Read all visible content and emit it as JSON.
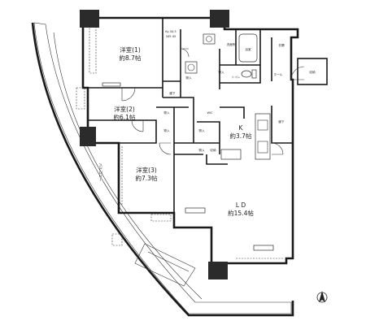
{
  "rooms": {
    "western1": {
      "name": "洋室(1)",
      "area": "約8.7帖"
    },
    "western2": {
      "name": "洋室(2)",
      "area": "約6.1帖"
    },
    "western3": {
      "name": "洋室(3)",
      "area": "約7.3帖"
    },
    "kitchen": {
      "name": "K",
      "area": "約3.7帖"
    },
    "ld": {
      "name": "L D",
      "area": "約15.4帖"
    }
  },
  "labels": {
    "balcony": "バルコニー",
    "hallway_upper": "廊下",
    "hallway_right": "廊下",
    "entrance": "玄関",
    "entrance_hall": "ホール",
    "washroom": "洗面所",
    "bath": "浴室",
    "toilet": "トイレ",
    "storage": "収納",
    "wic": "WIC",
    "closet": "物入",
    "pantry": "収納",
    "bed_detail_1": "Ky-34.5",
    "bed_detail_2": "345 45"
  },
  "icons": {
    "north": "north-arrow-icon"
  }
}
